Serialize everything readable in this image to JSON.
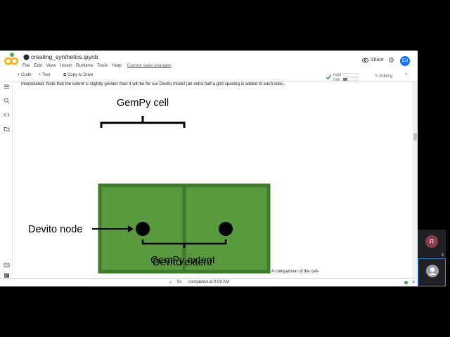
{
  "notebook": {
    "title": "creating_synthetics.ipynb",
    "menu": [
      "File",
      "Edit",
      "View",
      "Insert",
      "Runtime",
      "Tools",
      "Help"
    ],
    "save_warning": "Cannot save changes",
    "share_label": "Share",
    "user_initials": "Ed"
  },
  "toolbar": {
    "code_label": "+ Code",
    "text_label": "+ Text",
    "copy_label": "Copy to Drive",
    "ram_label": "RAM",
    "disk_label": "Disk",
    "editing_label": "Editing"
  },
  "content": {
    "paragraph": "interpolated. Note that the extent is slightly greater than it will be for our Devito model (an extra half a grid spacing is added to each side).",
    "figure": {
      "gempy_cell": "GemPy cell",
      "devito_node": "Devito node",
      "devito_extent": "Devito extent",
      "gempy_extent": "GemPy extent",
      "cell_fill": "#5a9a3e",
      "cell_border": "#3f7a2c"
    },
    "caption": "A comparison of the cell-"
  },
  "status": {
    "time": "0s",
    "message": "completed at 9:09 AM"
  },
  "participants": [
    {
      "initial": "R",
      "color": "#8b3a4a"
    },
    {
      "initial": "",
      "color": "#9aa0a6"
    }
  ]
}
